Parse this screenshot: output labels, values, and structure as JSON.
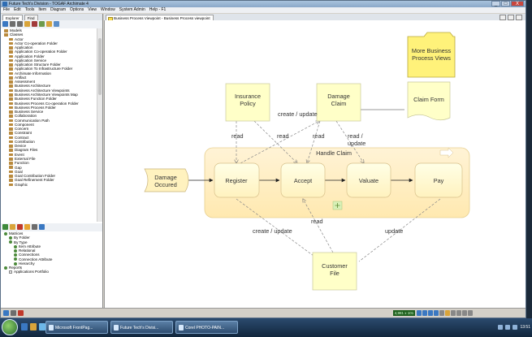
{
  "app": {
    "title": "Future Tech's Division - TOGAF Archimate 4",
    "window_buttons": [
      "_",
      "□",
      "X"
    ]
  },
  "menu": [
    "File",
    "Edit",
    "Tools",
    "Item",
    "Diagram",
    "Options",
    "View",
    "Window",
    "System Admin",
    "Help - F1"
  ],
  "left_panel": {
    "tabs": [
      "Explorer",
      "Find"
    ],
    "tree_root": [
      "Models",
      "Classes"
    ],
    "classes": [
      "Actor",
      "Actor Co-operation Folder",
      "Application",
      "Application Co-operation Folder",
      "Application Folder",
      "Application Service",
      "Application Structure Folder",
      "Application To Infrastructure Folder",
      "Archimate Information",
      "Artifact",
      "Assessment",
      "Business Architecture",
      "Business Architecture Viewpoints",
      "Business Architecture Viewpoints Map",
      "Business Function Folder",
      "Business Process Co-operation Folder",
      "Business Process Folder",
      "Business Service",
      "Collaboration",
      "Communication Path",
      "Component",
      "Concern",
      "Constraint",
      "Contract",
      "Contribution",
      "Device",
      "Diagram Files",
      "Event",
      "External File",
      "Function",
      "Gap",
      "Goal",
      "Goal Contribution Folder",
      "Goal Refinement Folder",
      "Graphic"
    ],
    "lower_tree": [
      {
        "label": "Matrices",
        "level": 0
      },
      {
        "label": "By Folder",
        "level": 1
      },
      {
        "label": "By Type",
        "level": 1
      },
      {
        "label": "Item Attribute",
        "level": 2
      },
      {
        "label": "Relational",
        "level": 2
      },
      {
        "label": "Connections",
        "level": 2
      },
      {
        "label": "Connection Attribute",
        "level": 2
      },
      {
        "label": "Hierarchy",
        "level": 2
      },
      {
        "label": "Reports",
        "level": 0
      },
      {
        "label": "Applications Portfolio",
        "level": 1
      }
    ]
  },
  "diagram_tab": {
    "label": "Business Process Viewpoint - Business Process viewpoint"
  },
  "diagram": {
    "note": "More Business Process Views",
    "insurance_policy": "Insurance Policy",
    "damage_claim": "Damage Claim",
    "claim_form": "Claim Form",
    "handle_claim": "Handle Claim",
    "damage_occured": "Damage Occured",
    "register": "Register",
    "accept": "Accept",
    "valuate": "Valuate",
    "pay": "Pay",
    "customer_file": "Customer File",
    "labels": {
      "read_1": "read",
      "create_update_top": "create / update",
      "read_2": "read",
      "read_3": "read",
      "read_update": "read / update",
      "read_cf": "read",
      "create_update_bottom": "create / update",
      "update": "update"
    },
    "colors": {
      "object_fill": "#ffffc8",
      "object_border": "#c8c89a",
      "process_fill": "#fff4d2",
      "process_group_border": "#e7cf8f",
      "note_fill": "#fff27a"
    }
  },
  "statusbar": {
    "zoom": "4,981 x 101"
  },
  "taskbar": {
    "tasks": [
      "Microsoft FrontPag...",
      "Future Tech's Divisi...",
      "Corel PHOTO-PAIN..."
    ],
    "clock": "13:51"
  }
}
